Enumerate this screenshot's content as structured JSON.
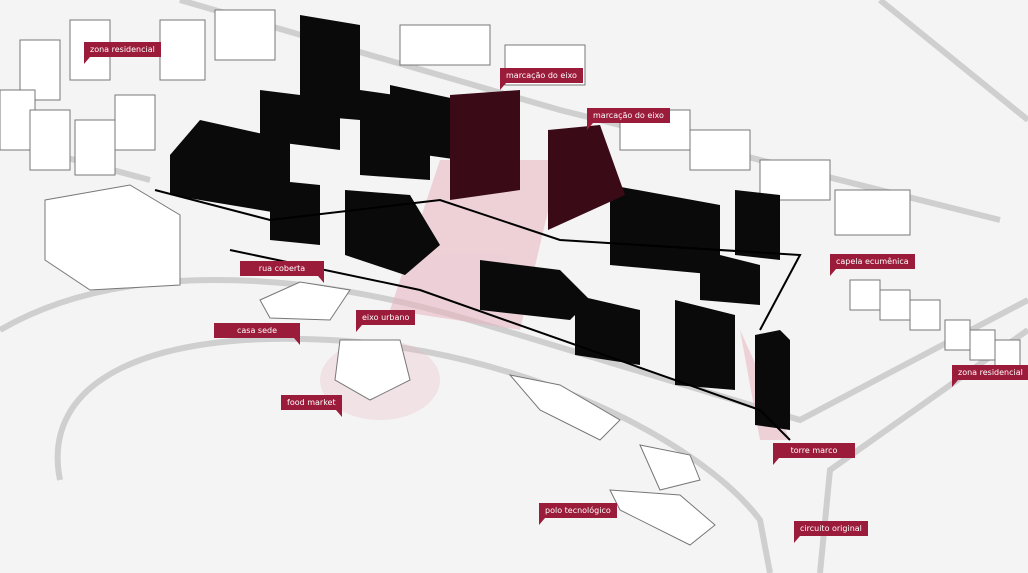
{
  "labels": {
    "zona_residencial_1": "zona residencial",
    "marcacao_eixo_1": "marcação do eixo",
    "marcacao_eixo_2": "marcação do eixo",
    "capela_ecumenica": "capela ecumênica",
    "zona_residencial_2": "zona residencial",
    "torre_marco": "torre marco",
    "circuito_original": "circuito original",
    "polo_tecnologico": "polo tecnológico",
    "food_market": "food market",
    "casa_sede": "casa sede",
    "eixo_urbano": "eixo urbano",
    "rua_coberta": "rua coberta"
  },
  "colors": {
    "accent": "#9b1b3a",
    "building": "#0a0a0a",
    "axis_glow": "#e8b4c0"
  }
}
